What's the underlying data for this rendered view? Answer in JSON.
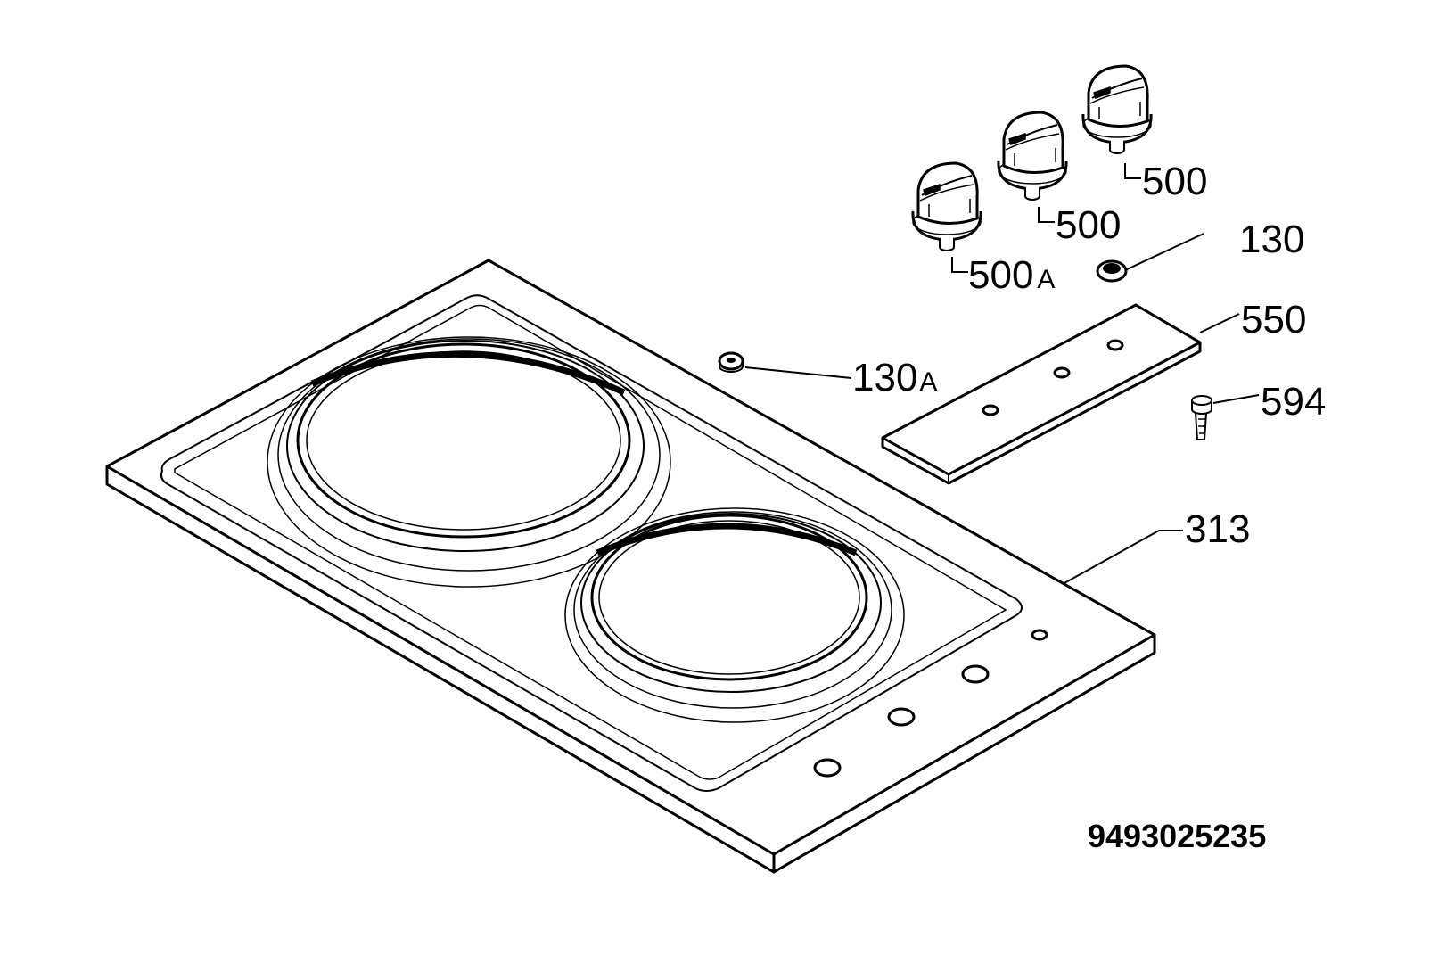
{
  "callouts": {
    "knob_1": "500",
    "knob_2": "500",
    "knob_3": "500",
    "knob_3_suffix": "A",
    "nut": "130",
    "nut_small": "130",
    "nut_small_suffix": "A",
    "strip": "550",
    "pin": "594",
    "hob": "313"
  },
  "drawing_number": "9493025235"
}
